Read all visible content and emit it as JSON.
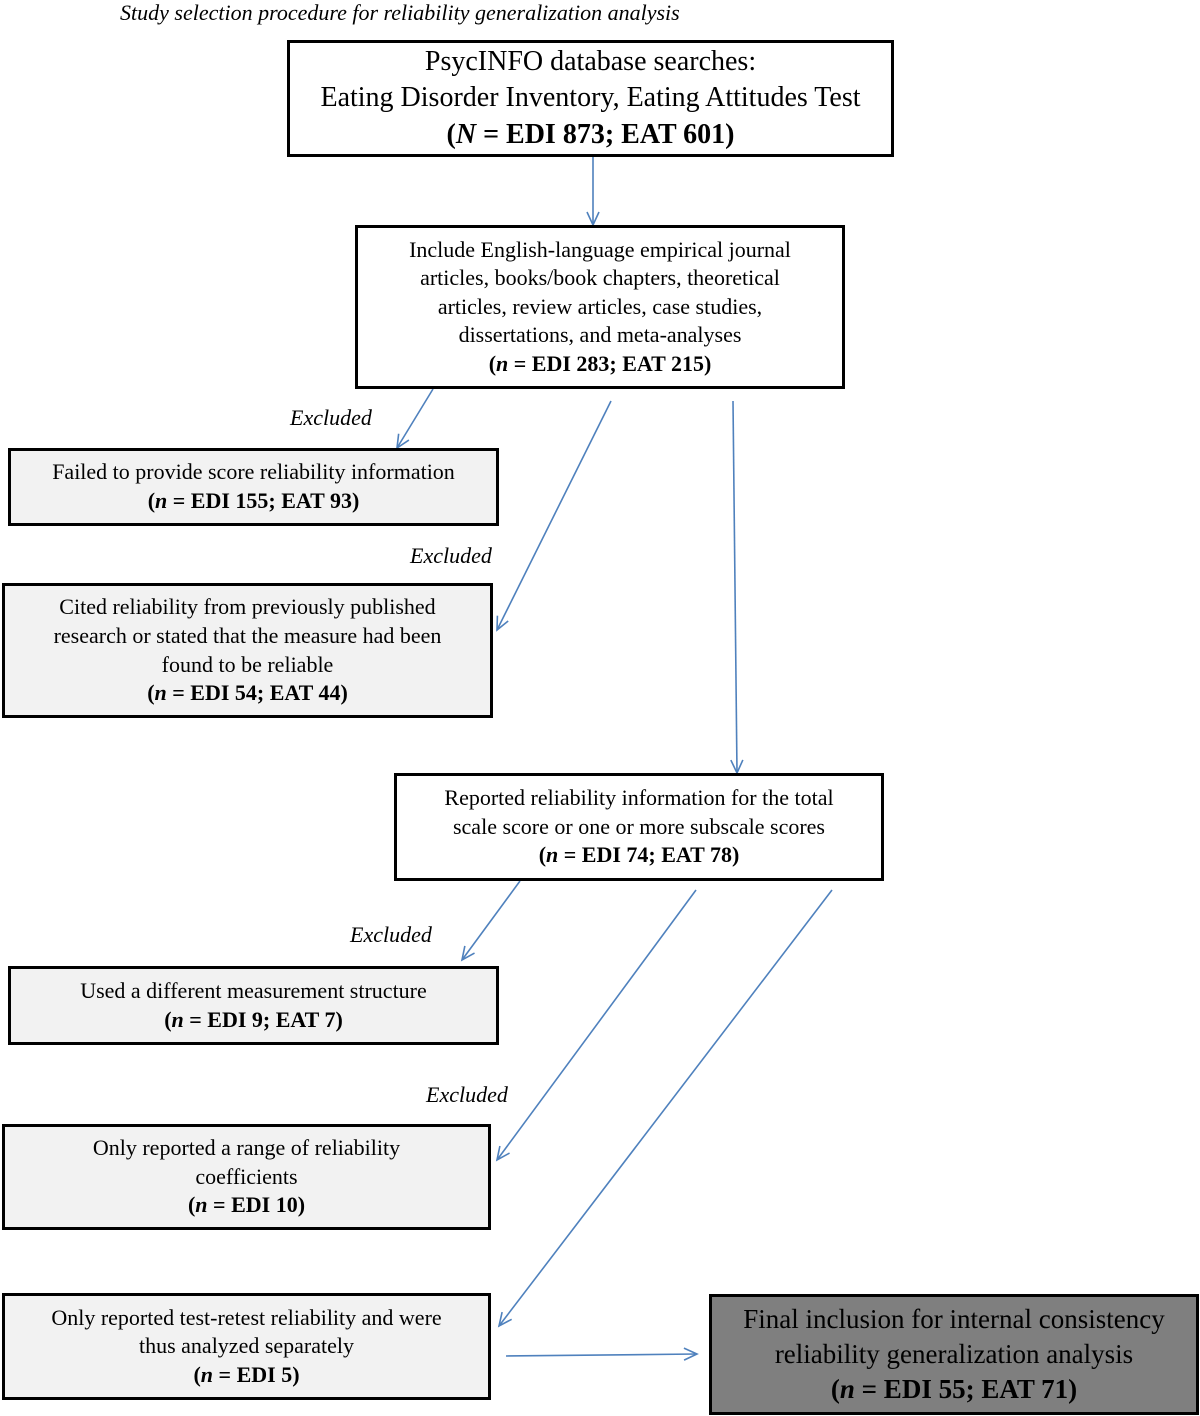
{
  "caption": "Study selection procedure for reliability generalization analysis",
  "boxes": {
    "search": {
      "lines": [
        "PsycINFO database searches:",
        "Eating Disorder Inventory, Eating Attitudes Test"
      ],
      "count_var": "N",
      "count_rest": " = EDI 873; EAT 601)"
    },
    "include": {
      "lines": [
        "Include English-language empirical journal",
        "articles, books/book chapters, theoretical",
        "articles, review articles, case studies,",
        "dissertations, and meta-analyses"
      ],
      "count_var": "n",
      "count_rest": " = EDI 283; EAT 215)"
    },
    "failed": {
      "lines": [
        "Failed to provide score reliability information"
      ],
      "count_var": "n",
      "count_rest": " = EDI 155; EAT 93)"
    },
    "cited": {
      "lines": [
        "Cited reliability from previously published",
        "research or stated that the measure had been",
        "found to be reliable"
      ],
      "count_var": "n",
      "count_rest": " = EDI 54; EAT 44)"
    },
    "reported": {
      "lines": [
        "Reported reliability information for the total",
        "scale score or one or more subscale scores"
      ],
      "count_var": "n",
      "count_rest": " = EDI 74; EAT 78)"
    },
    "different": {
      "lines": [
        "Used a different measurement structure"
      ],
      "count_var": "n",
      "count_rest": " = EDI 9; EAT 7)"
    },
    "range": {
      "lines": [
        "Only reported a range of reliability",
        "coefficients"
      ],
      "count_var": "n",
      "count_rest": " = EDI 10)"
    },
    "retest": {
      "lines": [
        "Only reported test-retest reliability and were",
        "thus analyzed separately"
      ],
      "count_var": "n",
      "count_rest": " = EDI 5)"
    },
    "final": {
      "lines": [
        "Final inclusion for internal consistency",
        "reliability generalization analysis"
      ],
      "count_var": "n",
      "count_rest": " = EDI 55; EAT 71)"
    }
  },
  "excluded_labels": [
    "Excluded",
    "Excluded",
    "Excluded",
    "Excluded"
  ],
  "colors": {
    "arrow": "#4f81bd",
    "box_border": "#000000",
    "grey_fill": "#f2f2f2",
    "final_fill": "#7f7f7f"
  }
}
